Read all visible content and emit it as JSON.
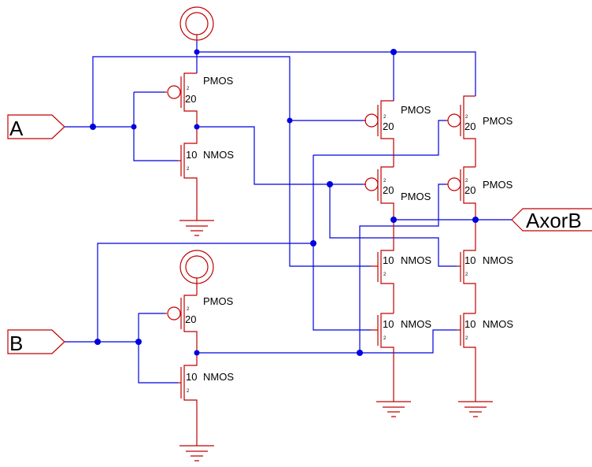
{
  "ports": {
    "a": "A",
    "b": "B",
    "out": "AxorB"
  },
  "pmos_label": "PMOS",
  "nmos_label": "NMOS",
  "pmos_width": "20",
  "nmos_width": "10",
  "length_mark": "2",
  "colors": {
    "wire": "#0000e0",
    "device": "#c00000",
    "text": "#000000"
  }
}
